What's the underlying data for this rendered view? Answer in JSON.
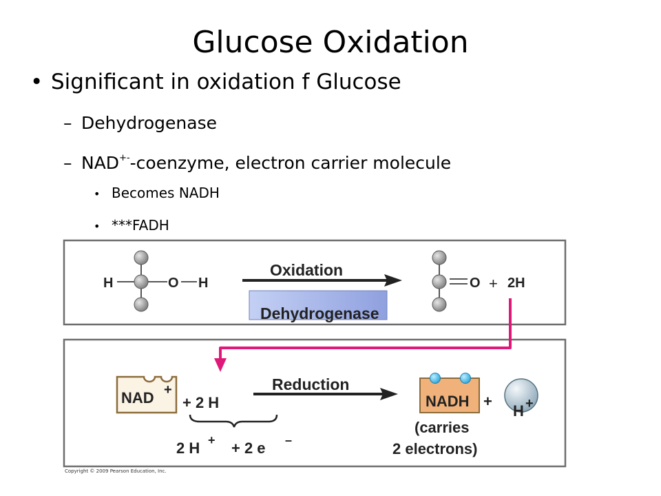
{
  "slide": {
    "title": "Glucose Oxidation",
    "bullet1": "Significant in oxidation f Glucose",
    "sub1": "Dehydrogenase",
    "sub2_prefix": "NAD",
    "sub2_sup": "+-",
    "sub2_suffix": "-coenzyme, electron carrier molecule",
    "sub3a": "Becomes NADH",
    "sub3b": "***FADH"
  },
  "figure": {
    "top_panel": {
      "h_left": "H",
      "o_left": "O",
      "h_right": "H",
      "arrow_label": "Oxidation",
      "enzyme_label": "Dehydrogenase",
      "product_o": "O",
      "plus": "+",
      "product_2h": "2H"
    },
    "bottom_panel": {
      "nad": "NAD",
      "nad_sup": "+",
      "plus_2h": "+  2 H",
      "arrow_label": "Reduction",
      "nadh": "NADH",
      "nadh_plus": "+",
      "h": "H",
      "h_sup": "+",
      "electrons_left": "2 H",
      "electrons_sup1": "+",
      "electrons_mid": "+  2 e",
      "electrons_sup2": "–",
      "carries_line1": "(carries",
      "carries_line2": "2 electrons)"
    },
    "copyright": "Copyright © 2009 Pearson Education, Inc."
  },
  "colors": {
    "magenta_arrow": "#e0187a",
    "enzyme_box": "#a9b8e8",
    "nadh_box": "#f0b27a",
    "atom_gray": "#9a9a9a",
    "electron_blue": "#4cc3ee"
  }
}
